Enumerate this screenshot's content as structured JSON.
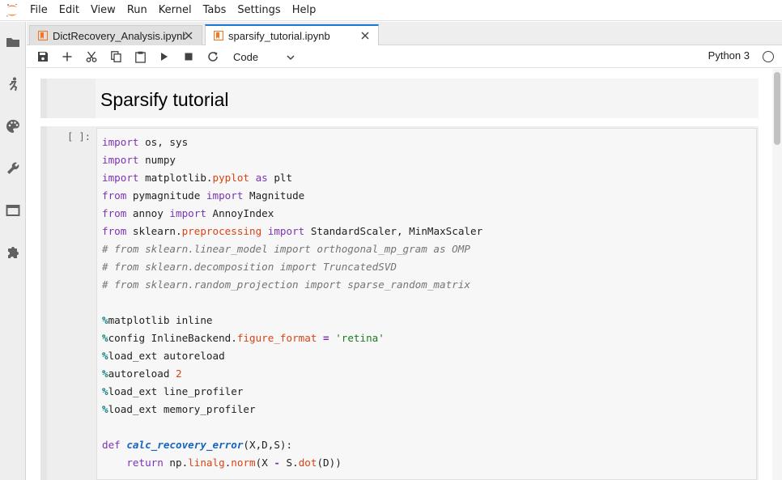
{
  "menubar": {
    "items": [
      "File",
      "Edit",
      "View",
      "Run",
      "Kernel",
      "Tabs",
      "Settings",
      "Help"
    ]
  },
  "sidebar": {
    "icons": [
      "folder-icon",
      "running-icon",
      "palette-icon",
      "wrench-icon",
      "tab-icon",
      "extension-icon"
    ]
  },
  "tabs": [
    {
      "label": "DictRecovery_Analysis.ipynb",
      "active": false
    },
    {
      "label": "sparsify_tutorial.ipynb",
      "active": true
    }
  ],
  "toolbar": {
    "cell_type": "Code",
    "kernel_name": "Python 3"
  },
  "notebook": {
    "markdown_title": "Sparsify tutorial",
    "code_prompt": "[ ]:",
    "code_lines": [
      [
        [
          "kw",
          "import"
        ],
        [
          "",
          " os, sys"
        ]
      ],
      [
        [
          "kw",
          "import"
        ],
        [
          "",
          " numpy"
        ]
      ],
      [
        [
          "kw",
          "import"
        ],
        [
          "",
          " matplotlib."
        ],
        [
          "attr",
          "pyplot"
        ],
        [
          "",
          " "
        ],
        [
          "kw",
          "as"
        ],
        [
          "",
          " plt"
        ]
      ],
      [
        [
          "kw",
          "from"
        ],
        [
          "",
          " pymagnitude "
        ],
        [
          "kw",
          "import"
        ],
        [
          "",
          " Magnitude"
        ]
      ],
      [
        [
          "kw",
          "from"
        ],
        [
          "",
          " annoy "
        ],
        [
          "kw",
          "import"
        ],
        [
          "",
          " AnnoyIndex"
        ]
      ],
      [
        [
          "kw",
          "from"
        ],
        [
          "",
          " sklearn."
        ],
        [
          "attr",
          "preprocessing"
        ],
        [
          "",
          " "
        ],
        [
          "kw",
          "import"
        ],
        [
          "",
          " StandardScaler, MinMaxScaler"
        ]
      ],
      [
        [
          "cmt",
          "# from sklearn.linear_model import orthogonal_mp_gram as OMP"
        ]
      ],
      [
        [
          "cmt",
          "# from sklearn.decomposition import TruncatedSVD"
        ]
      ],
      [
        [
          "cmt",
          "# from sklearn.random_projection import sparse_random_matrix"
        ]
      ],
      [
        [
          "",
          ""
        ]
      ],
      [
        [
          "magic",
          "%"
        ],
        [
          "",
          "matplotlib inline"
        ]
      ],
      [
        [
          "magic",
          "%"
        ],
        [
          "",
          "config InlineBackend."
        ],
        [
          "attr",
          "figure_format"
        ],
        [
          "",
          " "
        ],
        [
          "op",
          "="
        ],
        [
          "",
          " "
        ],
        [
          "str",
          "'retina'"
        ]
      ],
      [
        [
          "magic",
          "%"
        ],
        [
          "",
          "load_ext autoreload"
        ]
      ],
      [
        [
          "magic",
          "%"
        ],
        [
          "",
          "autoreload "
        ],
        [
          "num",
          "2"
        ]
      ],
      [
        [
          "magic",
          "%"
        ],
        [
          "",
          "load_ext line_profiler"
        ]
      ],
      [
        [
          "magic",
          "%"
        ],
        [
          "",
          "load_ext memory_profiler"
        ]
      ],
      [
        [
          "",
          ""
        ]
      ],
      [
        [
          "kw",
          "def"
        ],
        [
          "",
          " "
        ],
        [
          "fn",
          "calc_recovery_error"
        ],
        [
          "",
          "(X,D,S):"
        ]
      ],
      [
        [
          "",
          "    "
        ],
        [
          "kw",
          "return"
        ],
        [
          "",
          " np."
        ],
        [
          "attr",
          "linalg"
        ],
        [
          "",
          "."
        ],
        [
          "attr",
          "norm"
        ],
        [
          "",
          "(X "
        ],
        [
          "op",
          "-"
        ],
        [
          "",
          " S."
        ],
        [
          "attr",
          "dot"
        ],
        [
          "",
          "(D))"
        ]
      ]
    ]
  }
}
